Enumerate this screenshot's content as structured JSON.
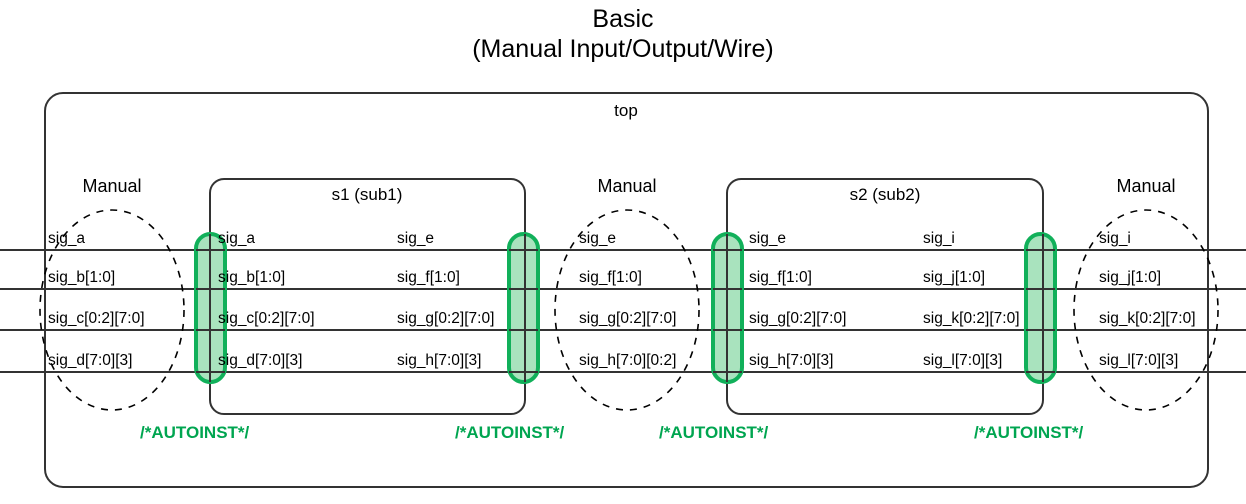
{
  "title": {
    "main": "Basic",
    "sub": "(Manual Input/Output/Wire)"
  },
  "colors": {
    "accent_green": "#00a550",
    "pill_fill": "#a9e3be",
    "pill_stroke": "#11b05a",
    "line": "#333333",
    "text": "#000000",
    "background": "#ffffff"
  },
  "top_module": {
    "label": "top"
  },
  "modules": [
    {
      "name": "s1-sub1",
      "label": "s1 (sub1)",
      "left_ports": [
        "sig_a",
        "sig_b[1:0]",
        "sig_c[0:2][7:0]",
        "sig_d[7:0][3]"
      ],
      "right_ports": [
        "sig_e",
        "sig_f[1:0]",
        "sig_g[0:2][7:0]",
        "sig_h[7:0][3]"
      ]
    },
    {
      "name": "s2-sub2",
      "label": "s2 (sub2)",
      "left_ports": [
        "sig_e",
        "sig_f[1:0]",
        "sig_g[0:2][7:0]",
        "sig_h[7:0][3]"
      ],
      "right_ports": [
        "sig_i",
        "sig_j[1:0]",
        "sig_k[0:2][7:0]",
        "sig_l[7:0][3]"
      ]
    }
  ],
  "manual_groups": [
    {
      "name": "manual-left",
      "label": "Manual",
      "signals": [
        "sig_a",
        "sig_b[1:0]",
        "sig_c[0:2][7:0]",
        "sig_d[7:0][3]"
      ]
    },
    {
      "name": "manual-middle",
      "label": "Manual",
      "signals": [
        "sig_e",
        "sig_f[1:0]",
        "sig_g[0:2][7:0]",
        "sig_h[7:0][0:2]"
      ]
    },
    {
      "name": "manual-right",
      "label": "Manual",
      "signals": [
        "sig_i",
        "sig_j[1:0]",
        "sig_k[0:2][7:0]",
        "sig_l[7:0][3]"
      ]
    }
  ],
  "autoinst": {
    "label": "/*AUTOINST*/",
    "count": 4
  },
  "signal_rows": {
    "y": [
      250,
      289,
      330,
      372
    ]
  }
}
